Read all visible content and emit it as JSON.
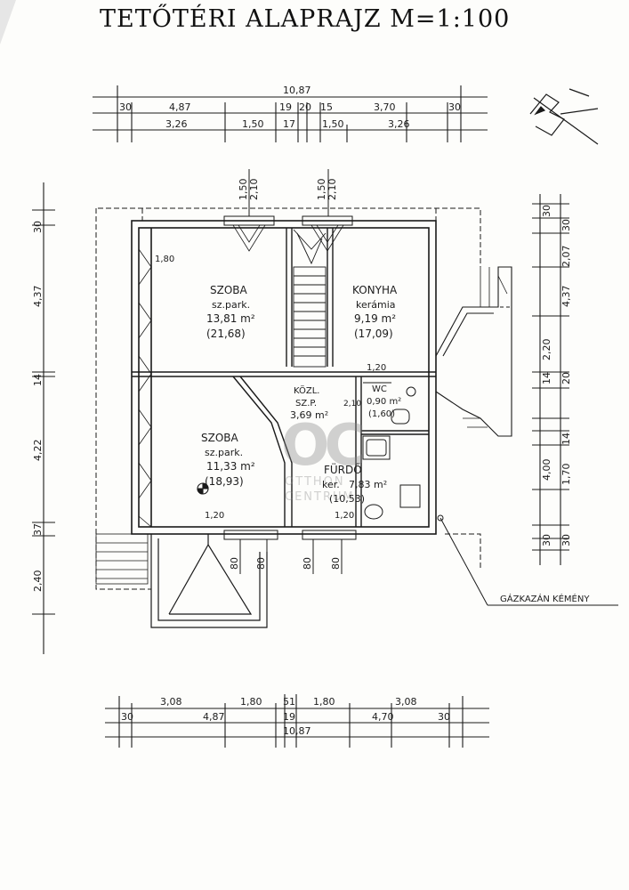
{
  "title": "TETŐTÉRI ALAPRAJZ  M=1:100",
  "top_dimensions": {
    "total": "10,87",
    "row2": [
      "30",
      "4,87",
      "19",
      "20",
      "15",
      "3,70",
      "30"
    ],
    "row3": [
      "3,26",
      "1,50",
      "17",
      "1,50",
      "3,26"
    ]
  },
  "bottom_dimensions": {
    "row1": [
      "3,08",
      "1,80",
      "51",
      "1,80",
      "3,08"
    ],
    "row2": [
      "30",
      "4,87",
      "19",
      "4,70",
      "30"
    ],
    "total": "10,87"
  },
  "left_dimensions": [
    "30",
    "4,37",
    "14",
    "4,22",
    "37",
    "2,40"
  ],
  "right_dimensions": [
    "30",
    "30",
    "2,07",
    "4,37",
    "2,20",
    "14",
    "20",
    "14",
    "4,00",
    "1,70",
    "30",
    "30"
  ],
  "top_openings": [
    "1,50",
    "2,10",
    "1,50",
    "2,10"
  ],
  "bottom_openings": [
    "80",
    "80",
    "80",
    "80"
  ],
  "rooms": [
    {
      "name": "SZOBA",
      "floor": "sz.park.",
      "area": "13,81 m²",
      "sub": "(21,68)"
    },
    {
      "name": "KONYHA",
      "floor": "kerámia",
      "area": "9,19 m²",
      "sub": "(17,09)"
    },
    {
      "name": "KÖZL.",
      "floor": "SZ.P.",
      "area": "3,69 m²",
      "sub": ""
    },
    {
      "name": "WC",
      "floor": "",
      "area": "0,90 m²",
      "sub": "(1,60)"
    },
    {
      "name": "SZOBA",
      "floor": "sz.park.",
      "area": "11,33 m²",
      "sub": "(18,93)"
    },
    {
      "name": "FÜRDŐ",
      "floor": "ker.",
      "area": "7,83 m²",
      "sub": "(10,53)"
    }
  ],
  "small_labels": [
    "1,80",
    "1,20",
    "1,20",
    "1,20",
    "2,10"
  ],
  "callout": "GÁZKAZÁN KÉMÉNY",
  "watermark": {
    "logo": "OC",
    "line1": "OTTHON",
    "line2": "CENTRUM"
  }
}
